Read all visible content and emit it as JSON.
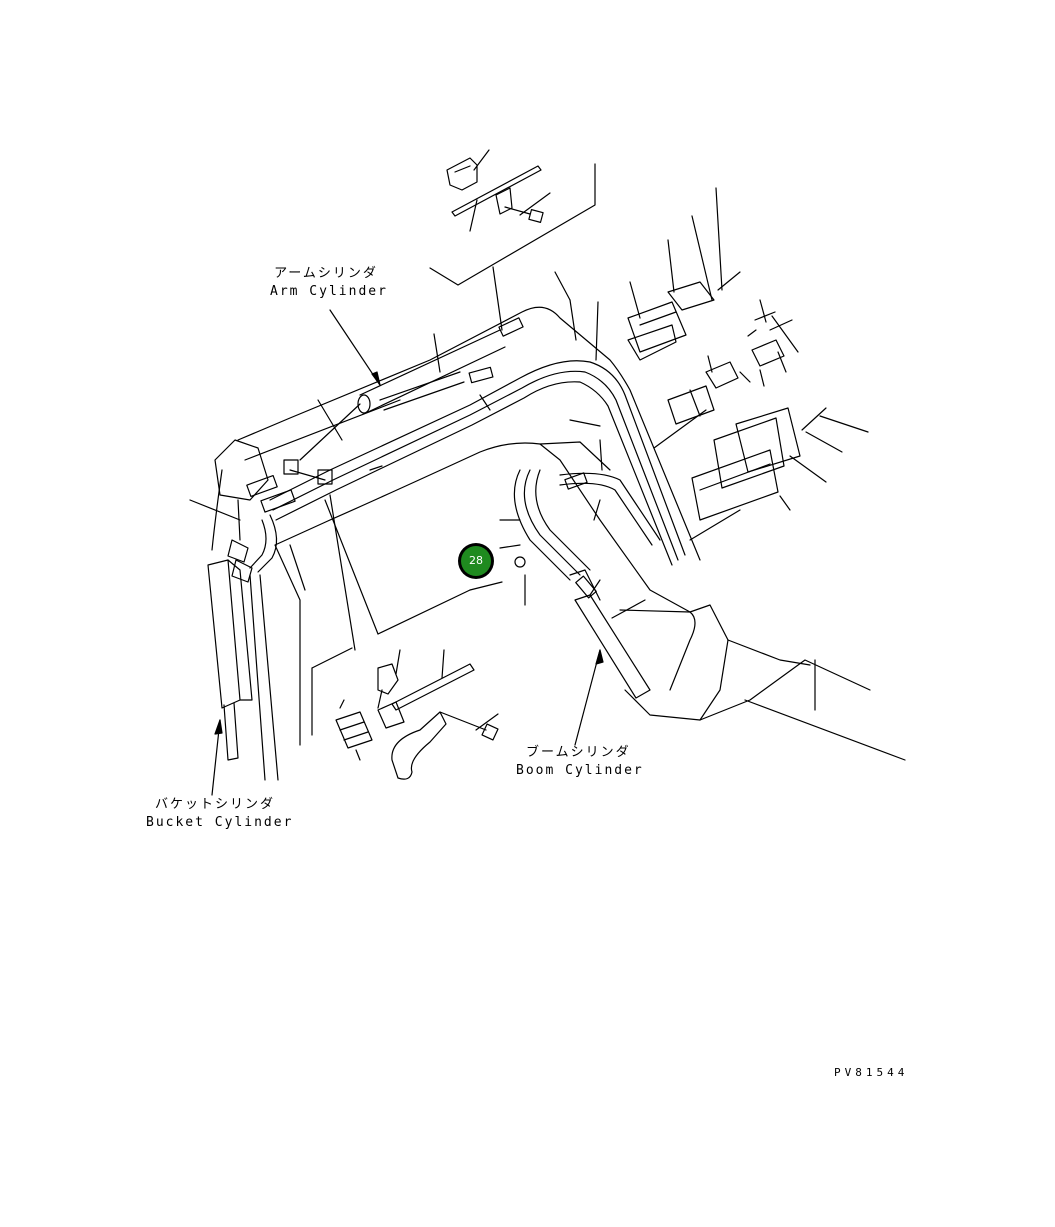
{
  "labels": {
    "arm_jp": "アームシリンダ",
    "arm_en": "Arm Cylinder",
    "boom_jp": "ブームシリンダ",
    "boom_en": "Boom Cylinder",
    "bucket_jp": "バケットシリンダ",
    "bucket_en": "Bucket Cylinder"
  },
  "callout": {
    "number": "28",
    "color": "#1f8a1f"
  },
  "drawing_code": "PV81544"
}
